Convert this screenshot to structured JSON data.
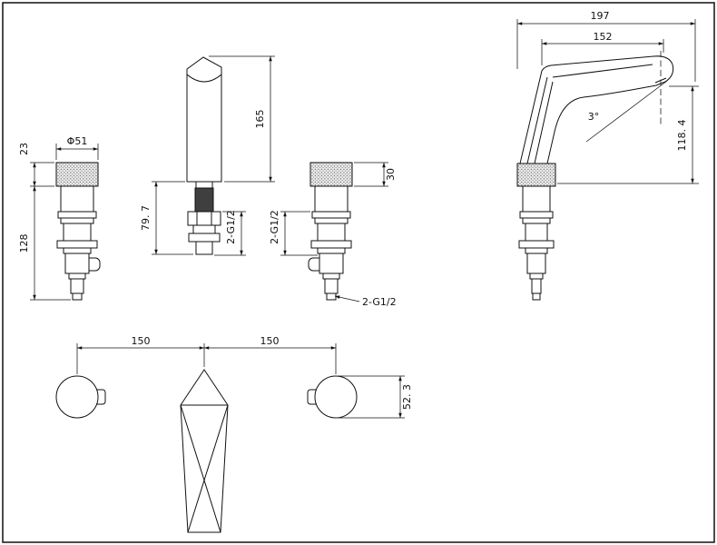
{
  "sheet": {
    "background": "#ffffff",
    "line_color": "#111111",
    "shank_fill": "#3f3f3f"
  },
  "views": {
    "handle_left": {
      "dims": {
        "diameter": "Φ51",
        "cap_height": "23",
        "body_height": "128"
      }
    },
    "spout_front": {
      "dims": {
        "height": "165",
        "lower_height": "79. 7",
        "thread": "2-G1/2"
      }
    },
    "handle_right": {
      "dims": {
        "cap_height": "30",
        "thread_side": "2-G1/2",
        "thread_bottom": "2-G1/2"
      }
    },
    "spout_side": {
      "dims": {
        "overall_length": "197",
        "reach": "152",
        "angle": "3°",
        "outlet_height": "118. 4"
      }
    },
    "plan": {
      "dims": {
        "pitch_left": "150",
        "pitch_right": "150",
        "body_width": "52. 3"
      }
    }
  }
}
